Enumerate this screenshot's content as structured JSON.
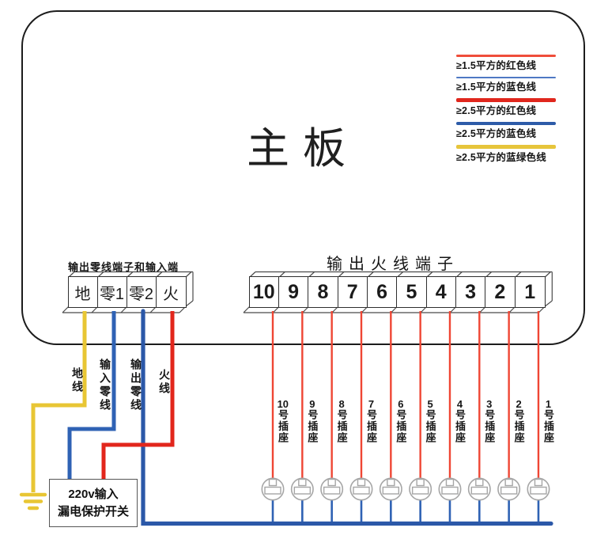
{
  "board": {
    "title": "主板"
  },
  "legend": {
    "items": [
      {
        "label": "≥1.5平方的红色线",
        "color": "#ef4d3a",
        "thickness": 2.6
      },
      {
        "label": "≥1.5平方的蓝色线",
        "color": "#4f79c4",
        "thickness": 2.6
      },
      {
        "label": "≥2.5平方的红色线",
        "color": "#e0271d",
        "thickness": 4.6
      },
      {
        "label": "≥2.5平方的蓝色线",
        "color": "#2d5ba8",
        "thickness": 4.6
      },
      {
        "label": "≥2.5平方的蓝绿色线",
        "color": "#e7c53b",
        "thickness": 4.6
      }
    ]
  },
  "neutral_terminals": {
    "caption": "输出零线端子和输入端",
    "cells": [
      "地",
      "零1",
      "零2",
      "火"
    ]
  },
  "live_terminals": {
    "caption": "输出火线端子",
    "cells": [
      "10",
      "9",
      "8",
      "7",
      "6",
      "5",
      "4",
      "3",
      "2",
      "1"
    ]
  },
  "wire_labels": [
    "地线",
    "输入零线",
    "输出零线",
    "火线"
  ],
  "breaker_box": {
    "line1": "220v输入",
    "line2": "漏电保护开关"
  },
  "sockets": {
    "labels": [
      "10号插座",
      "9号插座",
      "8号插座",
      "7号插座",
      "6号插座",
      "5号插座",
      "4号插座",
      "3号插座",
      "2号插座",
      "1号插座"
    ]
  },
  "colors": {
    "outline": "#1c1c1c",
    "strut": "#4a4a4a",
    "thin_red": "#ef4634",
    "thick_red": "#e2261c",
    "mid_blue": "#2f62b4",
    "thick_blue": "#2b58a8",
    "yellow": "#e8c634",
    "socket_gray": "#a6a6a6"
  }
}
